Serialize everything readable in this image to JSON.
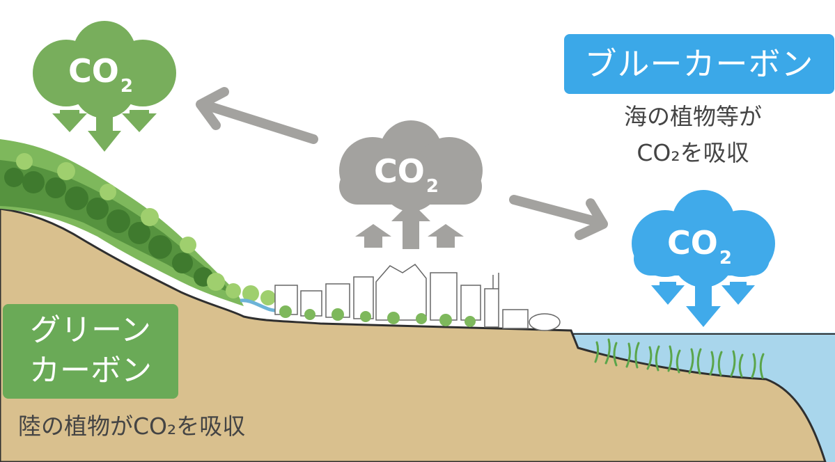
{
  "co2_label": {
    "main": "CO",
    "sub": "2"
  },
  "blue_carbon": {
    "title": "ブルーカーボン",
    "description_line1": "海の植物等が",
    "description_line2": "CO₂を吸収",
    "color": "#3ba8e8"
  },
  "green_carbon": {
    "title_line1": "グリーン",
    "title_line2": "カーボン",
    "description": "陸の植物がCO₂を吸収",
    "color": "#6aaa57"
  },
  "emission_cloud": {
    "color": "#a3a29f"
  }
}
